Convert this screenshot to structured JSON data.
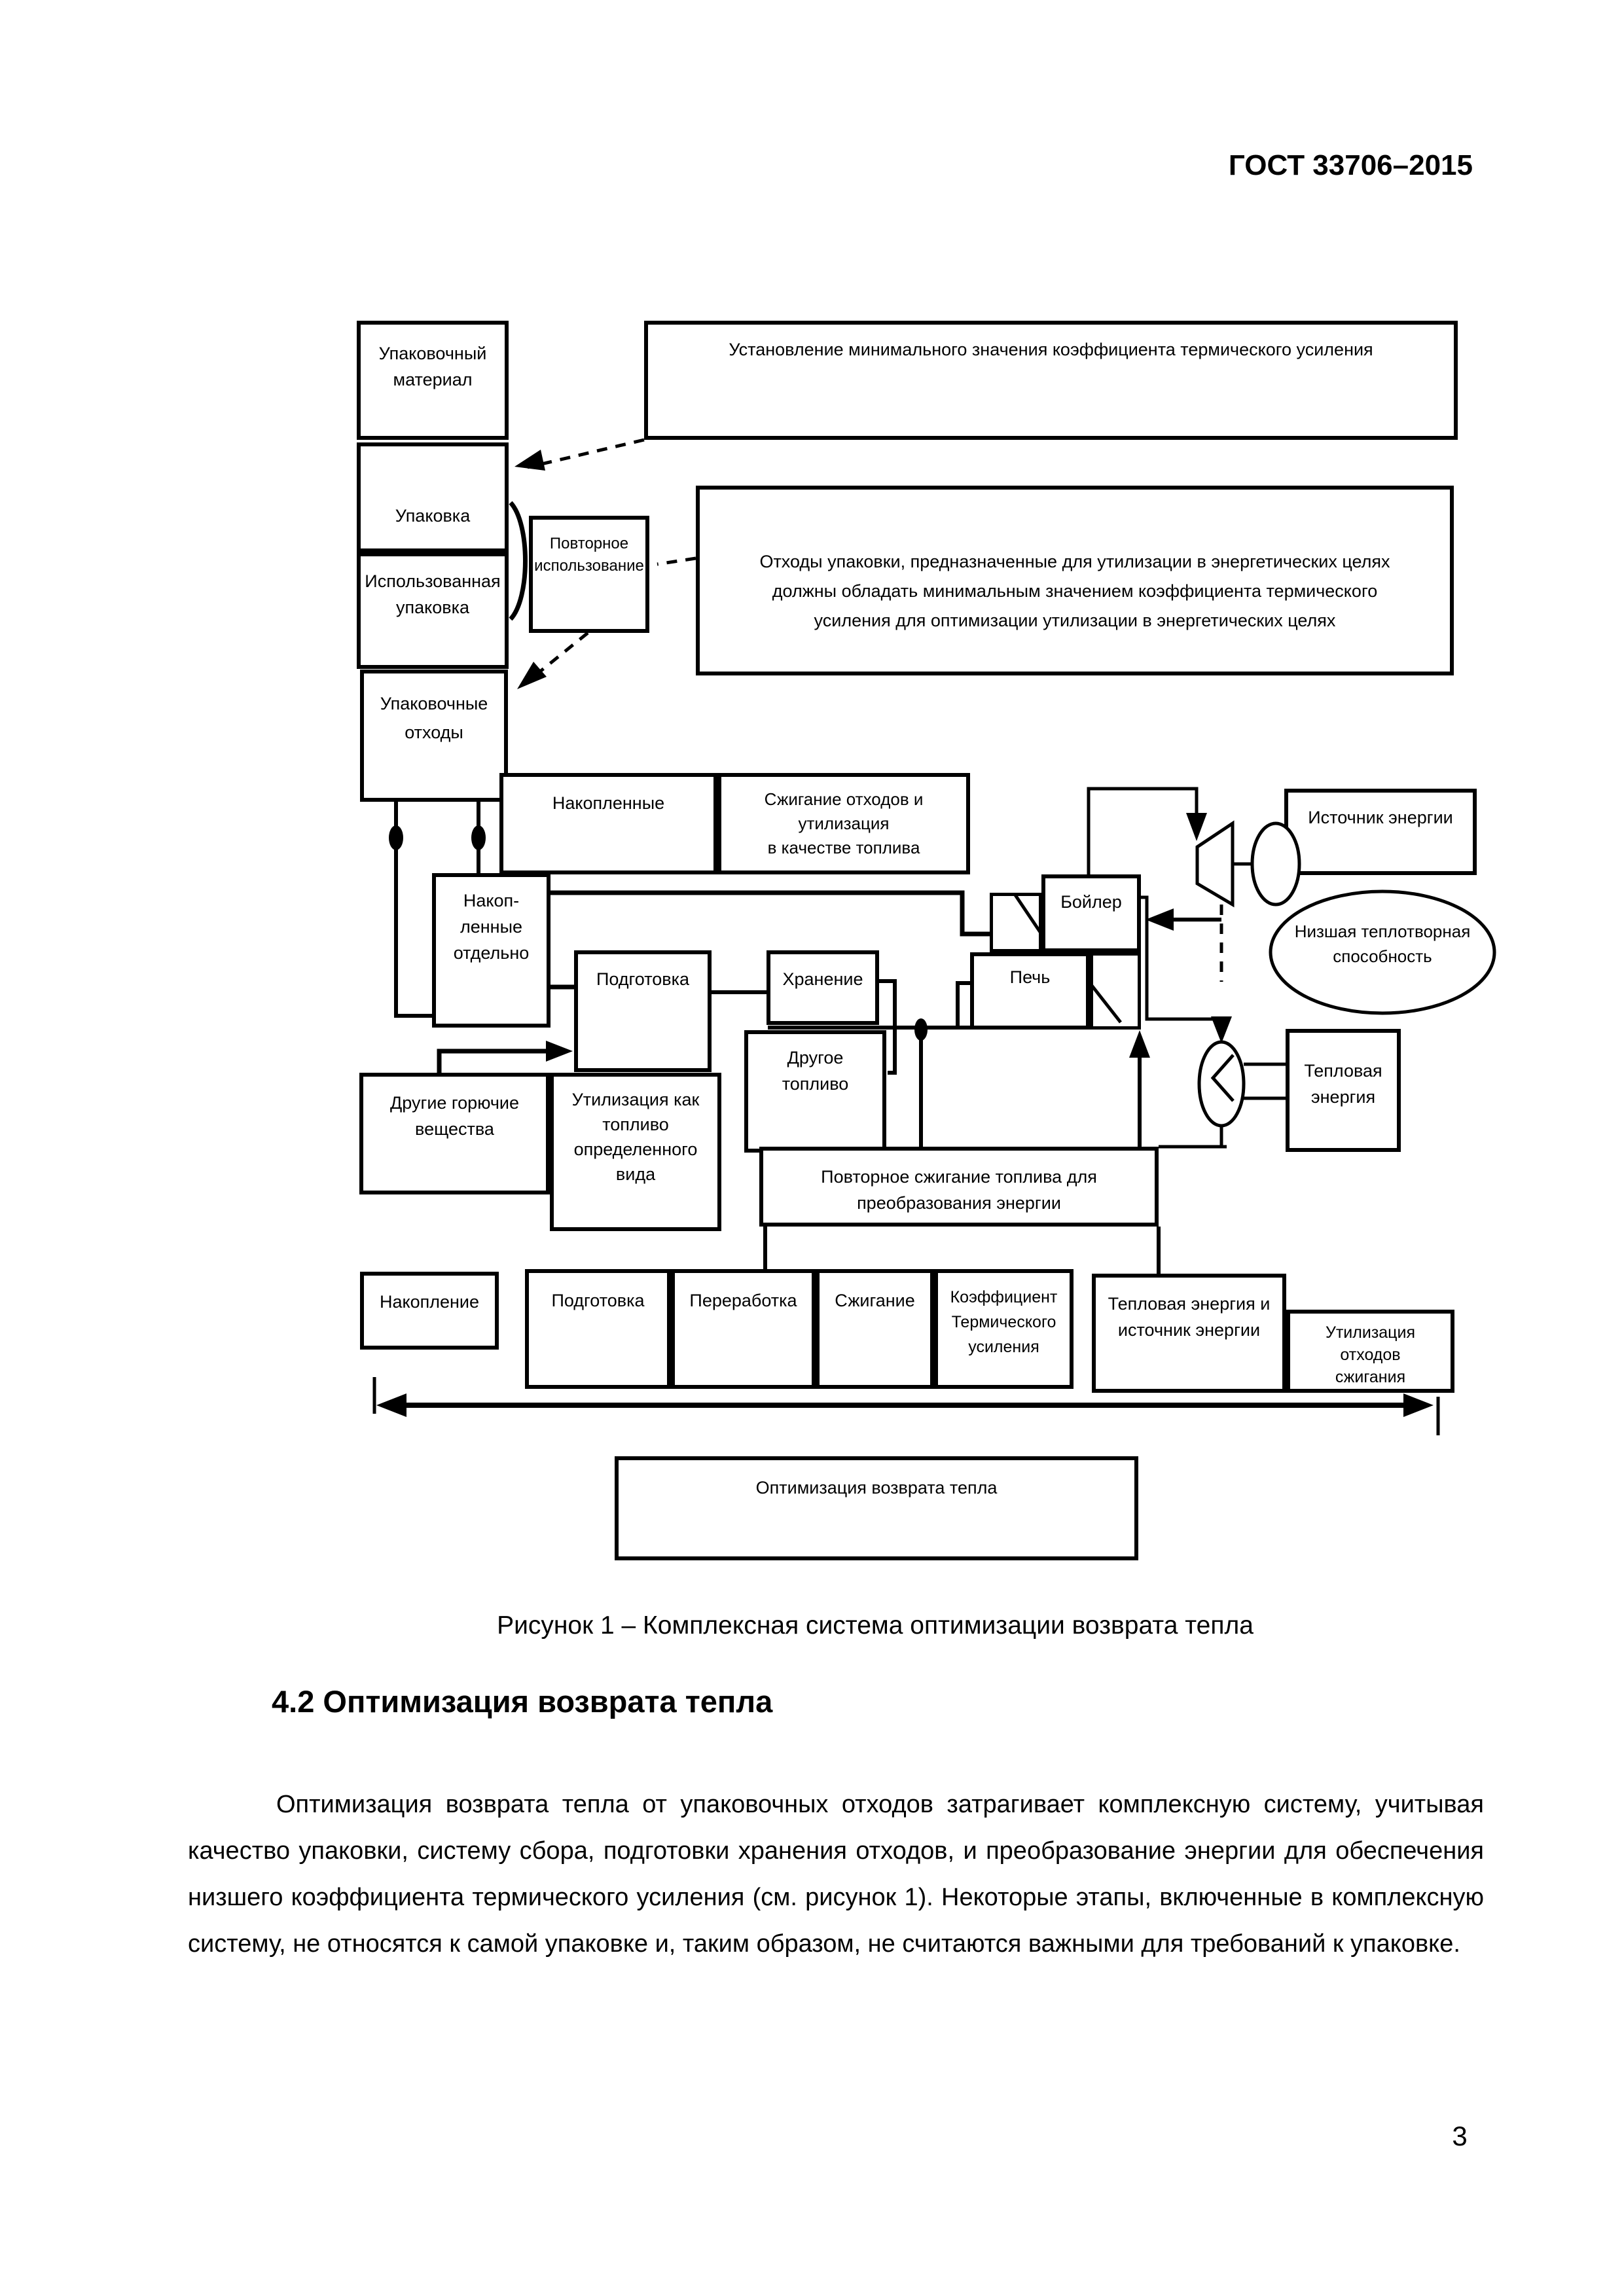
{
  "page": {
    "header": "ГОСТ 33706–2015",
    "page_number": "3",
    "colors": {
      "ink": "#000000",
      "paper": "#ffffff"
    }
  },
  "figure": {
    "caption": "Рисунок 1 – Комплексная система оптимизации возврата тепла",
    "boxes": {
      "packaging_material": "Упаковочный\nматериал",
      "setting_min": "Установление минимального значения коэффициента термического  усиления",
      "packaging": "Упаковка",
      "used_packaging": "Использованная\nупаковка",
      "reuse": "Повторное\nиспользование",
      "waste_requirements": "Отходы упаковки, предназначенные для утилизации в энергетических  целях\nдолжны обладать минимальным значением коэффициента термического\nусиления для оптимизации утилизации в энергетических целях",
      "packaging_waste": "Упаковочные\nотходы",
      "collected": "Накопленные",
      "incineration_use": "Сжигание отходов и  утилизация\nв качестве топлива",
      "energy_source": "Источник энергии",
      "boiler": "Бойлер",
      "collected_separately": "Накоп-\nленные\nотдельно",
      "lower_heating_value": "Низшая теплотворная\nспособность",
      "preparation": "Подготовка",
      "storage": "Хранение",
      "furnace": "Печь",
      "other_fuel": "Другое\nтопливо",
      "thermal_energy": "Тепловая\nэнергия",
      "other_combustibles": "Другие горючие\nвещества",
      "recovery_as_fuel": "Утилизация как\nтопливо\nопределенного\nвида",
      "re_incineration": "Повторное сжигание топлива для\nпреобразования энергии",
      "row_accumulation": "Накопление",
      "row_preparation": "Подготовка",
      "row_processing": "Переработка",
      "row_incineration": "Сжигание",
      "row_coefficient": "Коэффициент\nТермического\nусиления",
      "row_thermal_source": "Тепловая энергия и\nисточник энергии",
      "row_waste_recovery": "Утилизация\nотходов\nсжигания",
      "optimization": "Оптимизация возврата тепла"
    }
  },
  "section": {
    "heading": "4.2 Оптимизация возврата тепла",
    "paragraph": "Оптимизация возврата тепла от упаковочных отходов затрагивает комплексную систему, учитывая качество упаковки, систему сбора, подготовки хранения отходов, и преобразование энергии для обеспечения низшего коэффициента термического усиления (см. рисунок 1). Некоторые этапы, включенные в комплексную систему, не относятся к самой упаковке и, таким образом, не считаются важными для требований к упаковке."
  }
}
